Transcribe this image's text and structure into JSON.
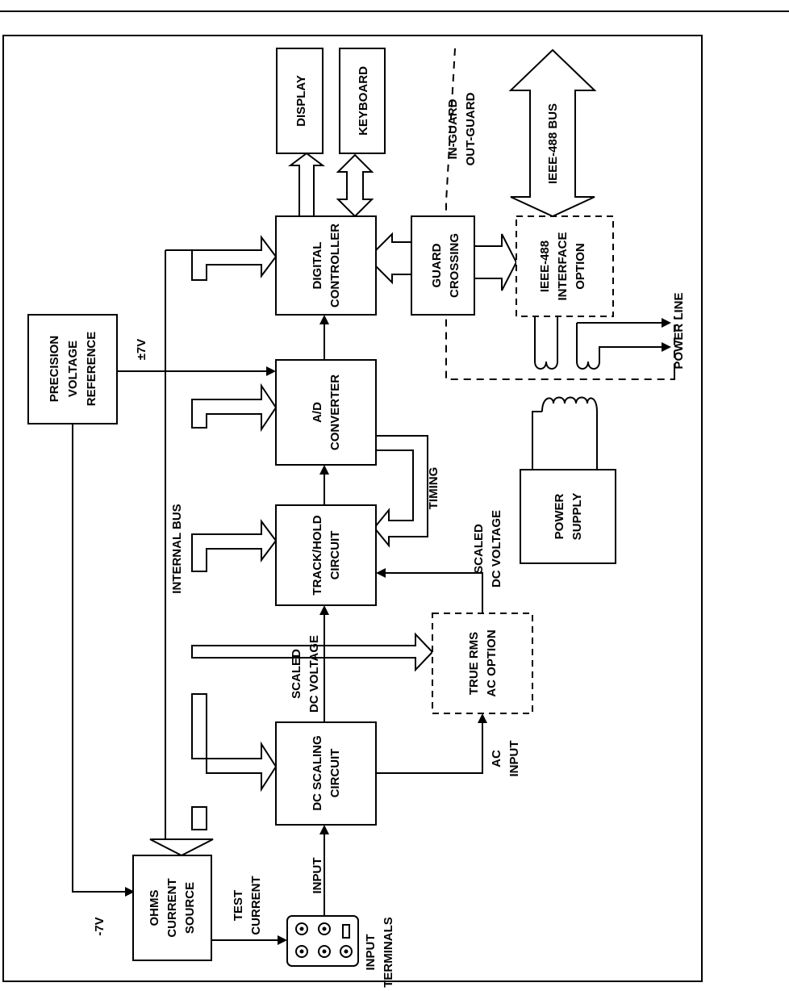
{
  "blocks": {
    "display": "DISPLAY",
    "keyboard": "KEYBOARD",
    "precision_ref": [
      "PRECISION",
      "VOLTAGE",
      "REFERENCE"
    ],
    "digital_controller": [
      "DIGITAL",
      "CONTROLLER"
    ],
    "guard_crossing": [
      "GUARD",
      "CROSSING"
    ],
    "ieee_interface": [
      "IEEE-488",
      "INTERFACE",
      "OPTION"
    ],
    "ad_converter": [
      "A/D",
      "CONVERTER"
    ],
    "track_hold": [
      "TRACK/HOLD",
      "CIRCUIT"
    ],
    "power_supply": [
      "POWER",
      "SUPPLY"
    ],
    "true_rms": [
      "TRUE RMS",
      "AC OPTION"
    ],
    "dc_scaling": [
      "DC SCALING",
      "CIRCUIT"
    ],
    "ohms_source": [
      "OHMS",
      "CURRENT",
      "SOURCE"
    ]
  },
  "labels": {
    "in_guard": "IN-GUARD",
    "out_guard": "OUT-GUARD",
    "ieee_bus": "IEEE-488 BUS",
    "plus_minus_7v": "±7V",
    "minus_7v": "-7V",
    "power_line": "POWER LINE",
    "timing": "TIMING",
    "internal_bus": "INTERNAL BUS",
    "scaled_dc_a": [
      "SCALED",
      "DC VOLTAGE"
    ],
    "scaled_dc_b": [
      "SCALED",
      "DC VOLTAGE"
    ],
    "ac_input": [
      "AC",
      "INPUT"
    ],
    "input": "INPUT",
    "test_current": [
      "TEST",
      "CURRENT"
    ],
    "input_terminals": [
      "INPUT",
      "TERMINALS"
    ]
  }
}
